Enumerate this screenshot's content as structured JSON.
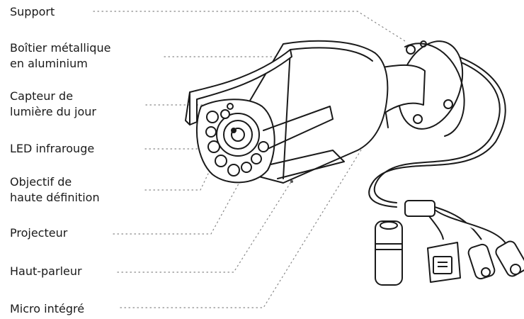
{
  "labels": {
    "support": "Support",
    "housing": [
      "Boîtier métallique",
      "en aluminium"
    ],
    "daylight_sensor": [
      "Capteur de",
      "lumière du jour"
    ],
    "ir_led": "LED infrarouge",
    "lens": [
      "Objectif de",
      "haute définition"
    ],
    "spotlight": "Projecteur",
    "speaker": "Haut-parleur",
    "microphone": "Micro intégré"
  },
  "colors": {
    "text": "#1a1a1a",
    "line": "#1a1a1a",
    "leader": "#888888"
  }
}
